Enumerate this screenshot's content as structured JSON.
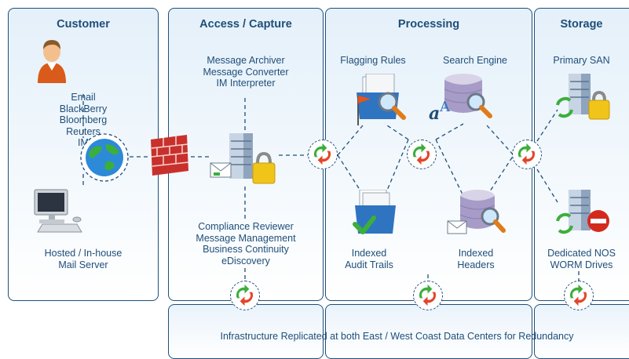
{
  "sections": {
    "customer": {
      "title": "Customer",
      "message_types": [
        "Email",
        "BlackBerry",
        "Bloomberg",
        "Reuters",
        "IM"
      ],
      "mail_server": [
        "Hosted / In-house",
        "Mail Server"
      ]
    },
    "access": {
      "title": "Access / Capture",
      "top": [
        "Message Archiver",
        "Message Converter",
        "IM Interpreter"
      ],
      "bottom": [
        "Compliance Reviewer",
        "Message Management",
        "Business Continuity",
        "eDiscovery"
      ]
    },
    "processing": {
      "title": "Processing",
      "flagging": "Flagging Rules",
      "search": "Search Engine",
      "audit": [
        "Indexed",
        "Audit Trails"
      ],
      "headers": [
        "Indexed",
        "Headers"
      ]
    },
    "storage": {
      "title": "Storage",
      "primary": "Primary SAN",
      "nos": [
        "Dedicated NOS",
        "WORM Drives"
      ]
    }
  },
  "footer": "Infrastructure Replicated at both East / West Coast Data Centers for Redundancy",
  "icons": [
    "person-icon",
    "computer-icon",
    "globe-icon",
    "firewall-icon",
    "server-lock-icon",
    "flag-folder-icon",
    "search-database-icon",
    "audit-folder-icon",
    "headers-database-icon",
    "san-server-icon",
    "nos-server-icon",
    "recycle-icon"
  ],
  "colors": {
    "border": "#1f4e79",
    "text": "#1f4e79",
    "panel": "#e4f0fa"
  }
}
